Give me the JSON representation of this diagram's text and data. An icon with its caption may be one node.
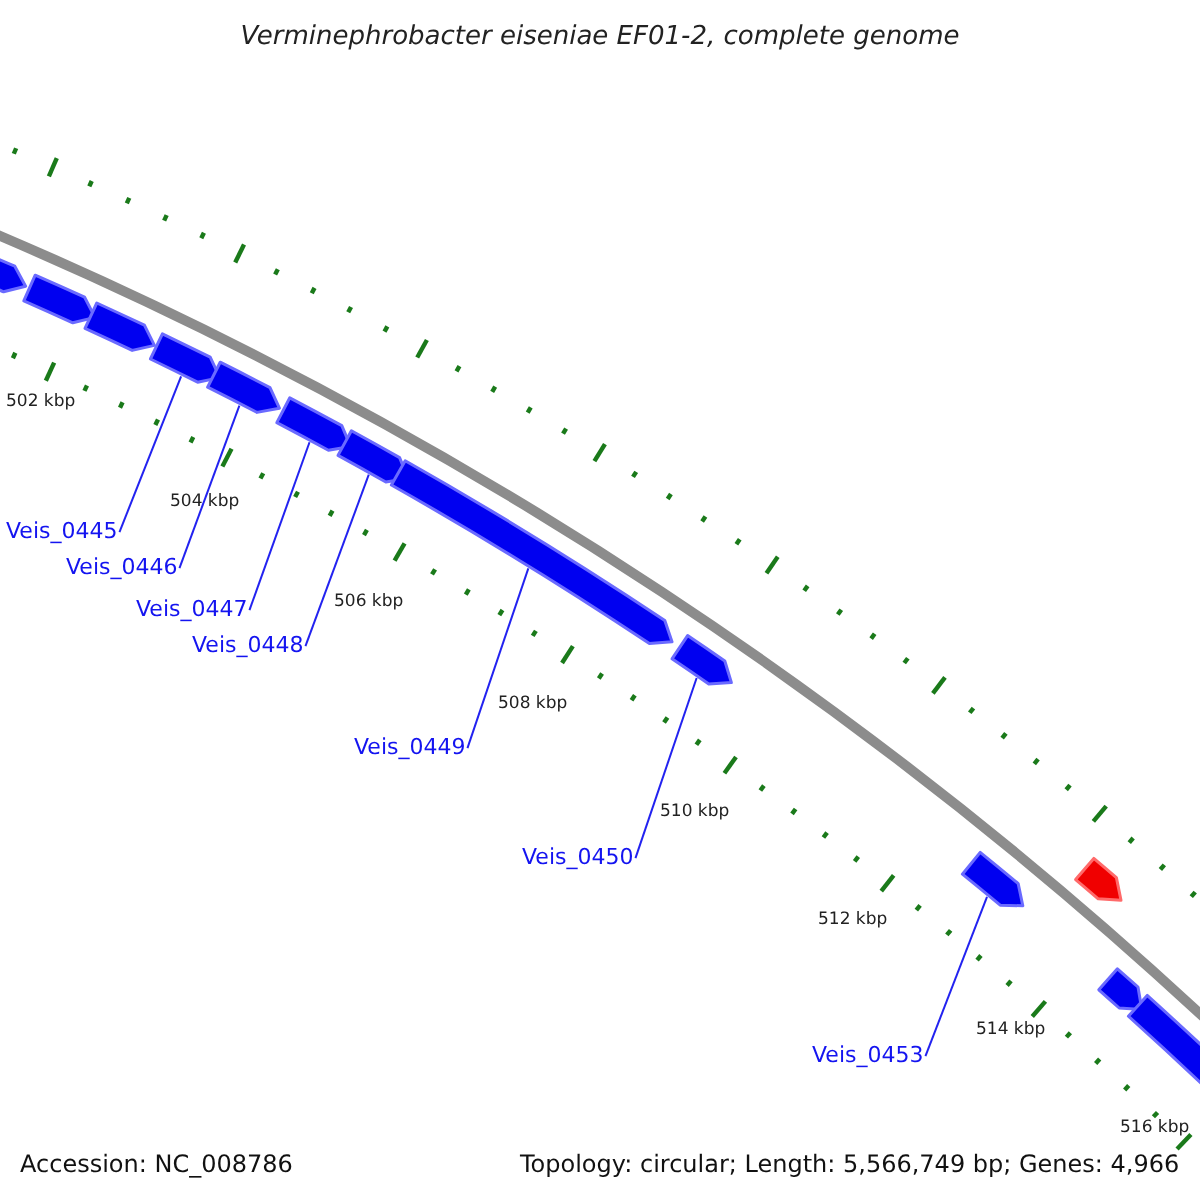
{
  "diagram": {
    "title": "Verminephrobacter eiseniae EF01-2, complete genome",
    "nodes": [
      {
        "text": [],
        "shape": "bar"
      },
      {
        "text": [],
        "shape": "bar"
      },
      {
        "text": [],
        "shape": "bar"
      },
      {
        "text": [],
        "shape": "bar"
      },
      {
        "text": [],
        "shape": "bar"
      },
      {
        "text": [],
        "shape": "bar"
      },
      {
        "text": [],
        "shape": "bar"
      },
      {
        "text": [],
        "shape": "bar"
      },
      {
        "text": [],
        "shape": "bar"
      },
      {
        "text": [],
        "shape": "bar"
      },
      {
        "text": [],
        "shape": "bar"
      },
      {
        "text": [],
        "shape": "bar"
      },
      {
        "text": [],
        "shape": "bar"
      },
      {
        "text": [
          "Veis_0445"
        ]
      },
      {
        "text": [
          "Veis_0446"
        ]
      },
      {
        "text": [
          "Veis_0447"
        ]
      },
      {
        "text": [
          "Veis_0448"
        ]
      },
      {
        "text": [
          "Veis_0449"
        ]
      },
      {
        "text": [
          "Veis_0450"
        ]
      },
      {
        "text": [
          "Veis_0453"
        ]
      }
    ],
    "edges": [
      {
        "from": 13,
        "to": 3,
        "arrow": "none"
      },
      {
        "from": 14,
        "to": 4,
        "arrow": "none"
      },
      {
        "from": 15,
        "to": 5,
        "arrow": "none"
      },
      {
        "from": 16,
        "to": 6,
        "arrow": "none"
      },
      {
        "from": 17,
        "to": 7,
        "arrow": "none"
      },
      {
        "from": 18,
        "to": 8,
        "arrow": "none"
      },
      {
        "from": 19,
        "to": 9,
        "arrow": "none"
      }
    ],
    "labels": [
      "502 kbp",
      "504 kbp",
      "506 kbp",
      "508 kbp",
      "510 kbp",
      "512 kbp",
      "514 kbp",
      "516 kbp",
      "Accession: NC_008786",
      "Topology: circular; Length: 5,566,749 bp; Genes: 4,966"
    ]
  }
}
